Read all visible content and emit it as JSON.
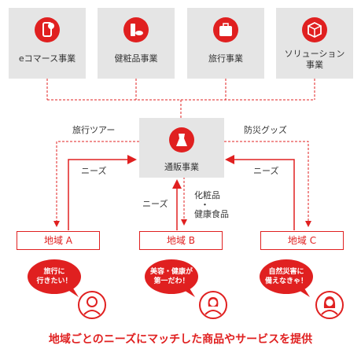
{
  "businesses": [
    {
      "label": "eコマース事業",
      "icon": "smartphone-icon"
    },
    {
      "label": "健粧品事業",
      "icon": "lipstick-icon"
    },
    {
      "label": "旅行事業",
      "icon": "suitcase-icon"
    },
    {
      "label": "ソリューション\n事業",
      "icon": "package-icon"
    }
  ],
  "center": {
    "label": "通販事業",
    "icon": "dress-icon"
  },
  "labels": {
    "travel_tour": "旅行ツアー",
    "disaster_goods": "防災グッズ",
    "needs_left": "ニーズ",
    "needs_right": "ニーズ",
    "needs_center": "ニーズ",
    "cosmetics": "化粧品",
    "dot": "・",
    "health_food": "健康食品"
  },
  "regions": [
    {
      "label": "地域 A",
      "bubble": "旅行に\n行きたい！"
    },
    {
      "label": "地域 B",
      "bubble": "美容・健康が\n第一だわ！"
    },
    {
      "label": "地域 C",
      "bubble": "自然災害に\n備えなきゃ！"
    }
  ],
  "footer": "地域ごとのニーズにマッチした商品やサービスを提供",
  "colors": {
    "accent": "#e02020",
    "box": "#e5e5e5"
  }
}
